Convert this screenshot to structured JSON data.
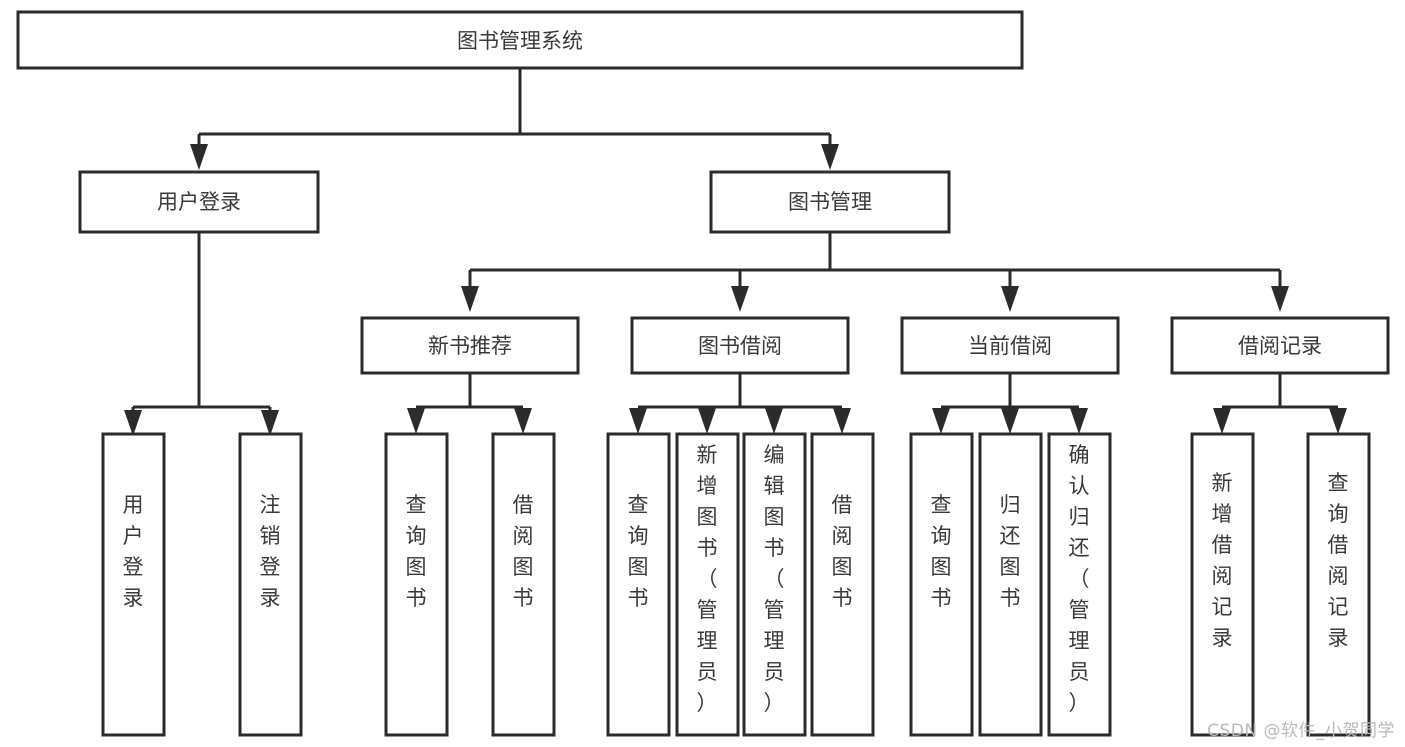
{
  "diagram": {
    "title": "图书管理系统",
    "type": "tree-hierarchy",
    "watermark": "CSDN @软件_小贺同学",
    "colors": {
      "stroke": "#2b2b2b",
      "box_fill": "#ffffff",
      "text": "#3a3a3a",
      "watermark": "#b9b9b9",
      "background": "#ffffff"
    },
    "levels": [
      {
        "level": 1,
        "nodes": [
          {
            "id": "root",
            "label": "图书管理系统",
            "orientation": "horizontal"
          }
        ]
      },
      {
        "level": 2,
        "nodes": [
          {
            "id": "user-login",
            "label": "用户登录",
            "orientation": "horizontal",
            "parent": "root"
          },
          {
            "id": "book-management",
            "label": "图书管理",
            "orientation": "horizontal",
            "parent": "root"
          }
        ]
      },
      {
        "level": 3,
        "nodes": [
          {
            "id": "new-book-recommend",
            "label": "新书推荐",
            "orientation": "horizontal",
            "parent": "book-management"
          },
          {
            "id": "book-borrow",
            "label": "图书借阅",
            "orientation": "horizontal",
            "parent": "book-management"
          },
          {
            "id": "current-borrow",
            "label": "当前借阅",
            "orientation": "horizontal",
            "parent": "book-management"
          },
          {
            "id": "borrow-record",
            "label": "借阅记录",
            "orientation": "horizontal",
            "parent": "book-management"
          }
        ]
      },
      {
        "level": 4,
        "nodes": [
          {
            "id": "leaf-user-login",
            "label": "用户登录",
            "orientation": "vertical",
            "parent": "user-login"
          },
          {
            "id": "leaf-logout",
            "label": "注销登录",
            "orientation": "vertical",
            "parent": "user-login"
          },
          {
            "id": "leaf-query-book-1",
            "label": "查询图书",
            "orientation": "vertical",
            "parent": "new-book-recommend"
          },
          {
            "id": "leaf-borrow-book-1",
            "label": "借阅图书",
            "orientation": "vertical",
            "parent": "new-book-recommend"
          },
          {
            "id": "leaf-query-book-2",
            "label": "查询图书",
            "orientation": "vertical",
            "parent": "book-borrow"
          },
          {
            "id": "leaf-add-book",
            "label": "新增图书（管理员）",
            "orientation": "vertical",
            "parent": "book-borrow"
          },
          {
            "id": "leaf-edit-book",
            "label": "编辑图书（管理员）",
            "orientation": "vertical",
            "parent": "book-borrow"
          },
          {
            "id": "leaf-borrow-book-2",
            "label": "借阅图书",
            "orientation": "vertical",
            "parent": "book-borrow"
          },
          {
            "id": "leaf-query-book-3",
            "label": "查询图书",
            "orientation": "vertical",
            "parent": "current-borrow"
          },
          {
            "id": "leaf-return-book",
            "label": "归还图书",
            "orientation": "vertical",
            "parent": "current-borrow"
          },
          {
            "id": "leaf-confirm-return",
            "label": "确认归还（管理员）",
            "orientation": "vertical",
            "parent": "current-borrow"
          },
          {
            "id": "leaf-add-record",
            "label": "新增借阅记录",
            "orientation": "vertical",
            "parent": "borrow-record"
          },
          {
            "id": "leaf-query-record",
            "label": "查询借阅记录",
            "orientation": "vertical",
            "parent": "borrow-record"
          }
        ]
      }
    ]
  }
}
